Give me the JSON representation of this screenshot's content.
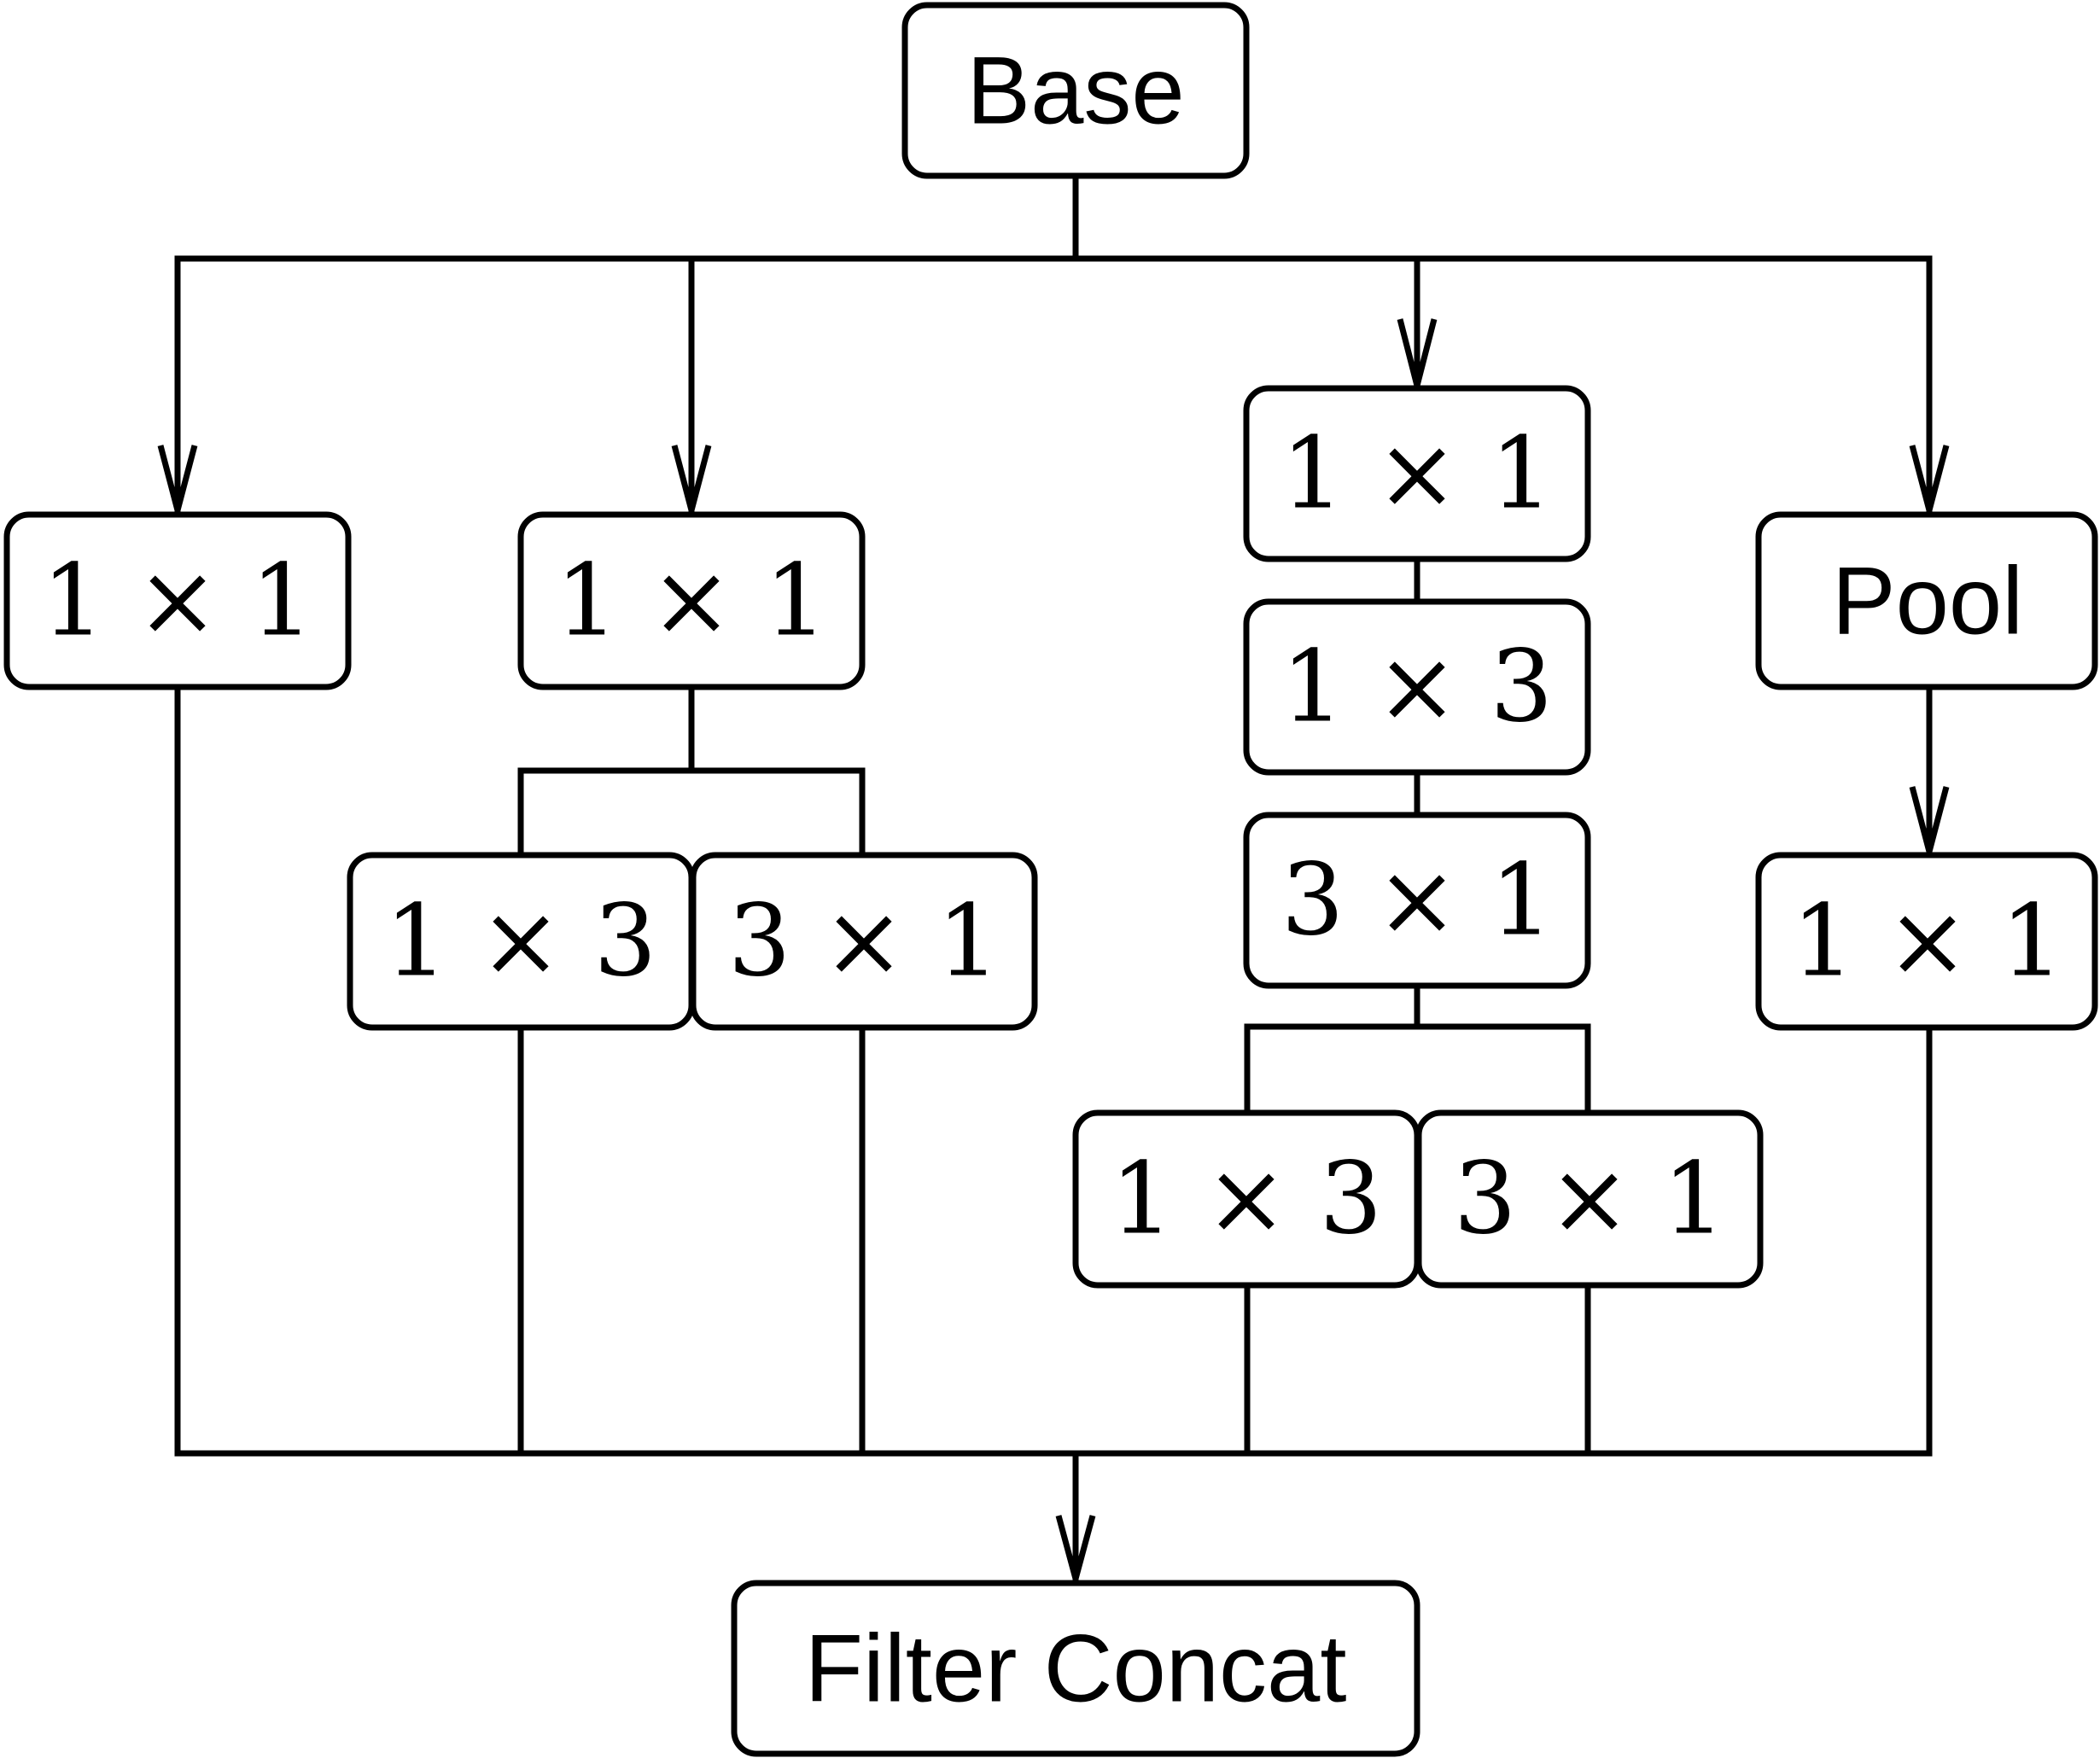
{
  "diagram": {
    "nodes": [
      {
        "id": "base",
        "label": "Base"
      },
      {
        "id": "b1_conv",
        "label": "1 × 1"
      },
      {
        "id": "b2_conv",
        "label": "1 × 1"
      },
      {
        "id": "b2_split_a",
        "label": "1 × 3"
      },
      {
        "id": "b2_split_b",
        "label": "3 × 1"
      },
      {
        "id": "b3_conv1",
        "label": "1 × 1"
      },
      {
        "id": "b3_conv2",
        "label": "1 × 3"
      },
      {
        "id": "b3_conv3",
        "label": "3 × 1"
      },
      {
        "id": "b3_split_a",
        "label": "1 × 3"
      },
      {
        "id": "b3_split_b",
        "label": "3 × 1"
      },
      {
        "id": "pool",
        "label": "Pool"
      },
      {
        "id": "pool_conv",
        "label": "1 × 1"
      },
      {
        "id": "concat",
        "label": "Filter Concat"
      }
    ],
    "edges": [
      {
        "from": "base",
        "to": "b1_conv",
        "arrow": true
      },
      {
        "from": "base",
        "to": "b2_conv",
        "arrow": true
      },
      {
        "from": "base",
        "to": "b3_conv1",
        "arrow": true
      },
      {
        "from": "base",
        "to": "pool",
        "arrow": true
      },
      {
        "from": "b2_conv",
        "to": "b2_split_a",
        "arrow": false
      },
      {
        "from": "b2_conv",
        "to": "b2_split_b",
        "arrow": false
      },
      {
        "from": "b3_conv1",
        "to": "b3_conv2",
        "arrow": false
      },
      {
        "from": "b3_conv2",
        "to": "b3_conv3",
        "arrow": false
      },
      {
        "from": "b3_conv3",
        "to": "b3_split_a",
        "arrow": false
      },
      {
        "from": "b3_conv3",
        "to": "b3_split_b",
        "arrow": false
      },
      {
        "from": "pool",
        "to": "pool_conv",
        "arrow": true
      },
      {
        "from": "b1_conv",
        "to": "concat",
        "arrow": true
      },
      {
        "from": "b2_split_a",
        "to": "concat",
        "arrow": true
      },
      {
        "from": "b2_split_b",
        "to": "concat",
        "arrow": true
      },
      {
        "from": "b3_split_a",
        "to": "concat",
        "arrow": true
      },
      {
        "from": "b3_split_b",
        "to": "concat",
        "arrow": true
      },
      {
        "from": "pool_conv",
        "to": "concat",
        "arrow": true
      }
    ]
  }
}
